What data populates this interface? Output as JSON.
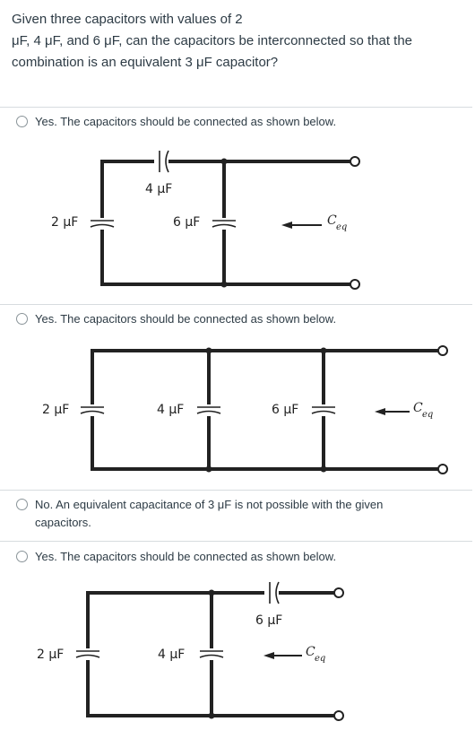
{
  "question": {
    "line1": "Given three capacitors with values of 2",
    "line2": "μF, 4 μF, and 6 μF, can the capacitors be interconnected so that the",
    "line3": "combination is an equivalent 3 μF capacitor?"
  },
  "options": [
    {
      "text": "Yes. The capacitors should be connected as shown below.",
      "labels": {
        "c1": "4 μF",
        "c2": "2 μF",
        "c3": "6 μF",
        "ceq": "C",
        "ceq_sub": "eq"
      }
    },
    {
      "text": "Yes. The capacitors should be connected as shown below.",
      "labels": {
        "c1": "2 μF",
        "c2": "4 μF",
        "c3": "6 μF",
        "ceq": "C",
        "ceq_sub": "eq"
      }
    },
    {
      "text_line1": "No. An equivalent capacitance of 3 μF is not possible with the given",
      "text_line2": "capacitors."
    },
    {
      "text": "Yes. The capacitors should be connected as shown below.",
      "labels": {
        "c1": "6 μF",
        "c2": "2 μF",
        "c3": "4 μF",
        "ceq": "C",
        "ceq_sub": "eq"
      }
    }
  ]
}
